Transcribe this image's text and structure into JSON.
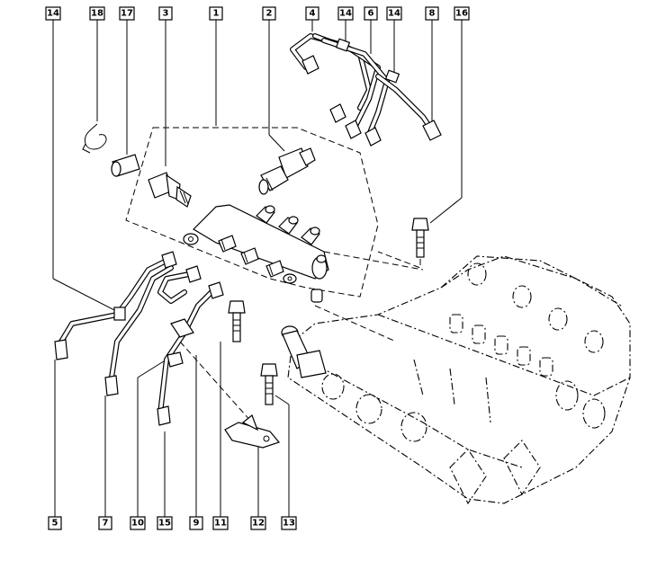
{
  "diagram": {
    "title": "Diesel common rail injection assembly - exploded view",
    "callouts_top": [
      "14",
      "18",
      "17",
      "3",
      "1",
      "2",
      "4",
      "14",
      "6",
      "14",
      "8",
      "16"
    ],
    "callouts_bottom": [
      "5",
      "7",
      "10",
      "15",
      "9",
      "11",
      "12",
      "13"
    ],
    "parts": {
      "rail": "1",
      "pressure_regulator": "2",
      "pressure_sensor": "3",
      "bushing": "17",
      "clip": "18",
      "bolt_rail": "16",
      "bolt_bracket": "11",
      "bolt_lower": "13",
      "bracket": "12"
    }
  }
}
